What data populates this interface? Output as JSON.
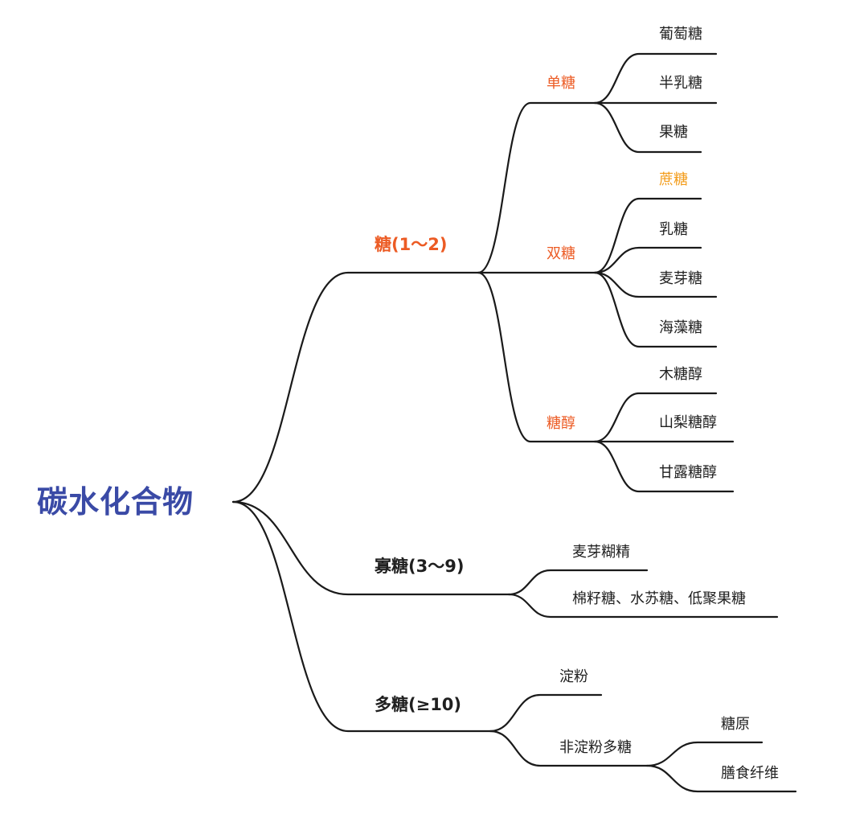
{
  "root": {
    "label": "碳水化合物"
  },
  "groups": [
    {
      "label": "糖(1～2)",
      "children": [
        {
          "label": "单糖",
          "children": [
            "葡萄糖",
            "半乳糖",
            "果糖"
          ]
        },
        {
          "label": "双糖",
          "children": [
            "蔗糖",
            "乳糖",
            "麦芽糖",
            "海藻糖"
          ]
        },
        {
          "label": "糖醇",
          "children": [
            "木糖醇",
            "山梨糖醇",
            "甘露糖醇"
          ]
        }
      ]
    },
    {
      "label": "寡糖(3～9)",
      "children": [
        {
          "label": "麦芽糊精"
        },
        {
          "label": "棉籽糖、水苏糖、低聚果糖"
        }
      ]
    },
    {
      "label": "多糖(≥10)",
      "children": [
        {
          "label": "淀粉"
        },
        {
          "label": "非淀粉多糖",
          "children": [
            "糖原",
            "膳食纤维"
          ]
        }
      ]
    }
  ],
  "colors": {
    "root_text": "#3a4aa6",
    "highlight": "#ec5b24",
    "highlight_leaf": "#f39c1a",
    "text": "#1f1f1f",
    "line": "#1a1a1a"
  }
}
